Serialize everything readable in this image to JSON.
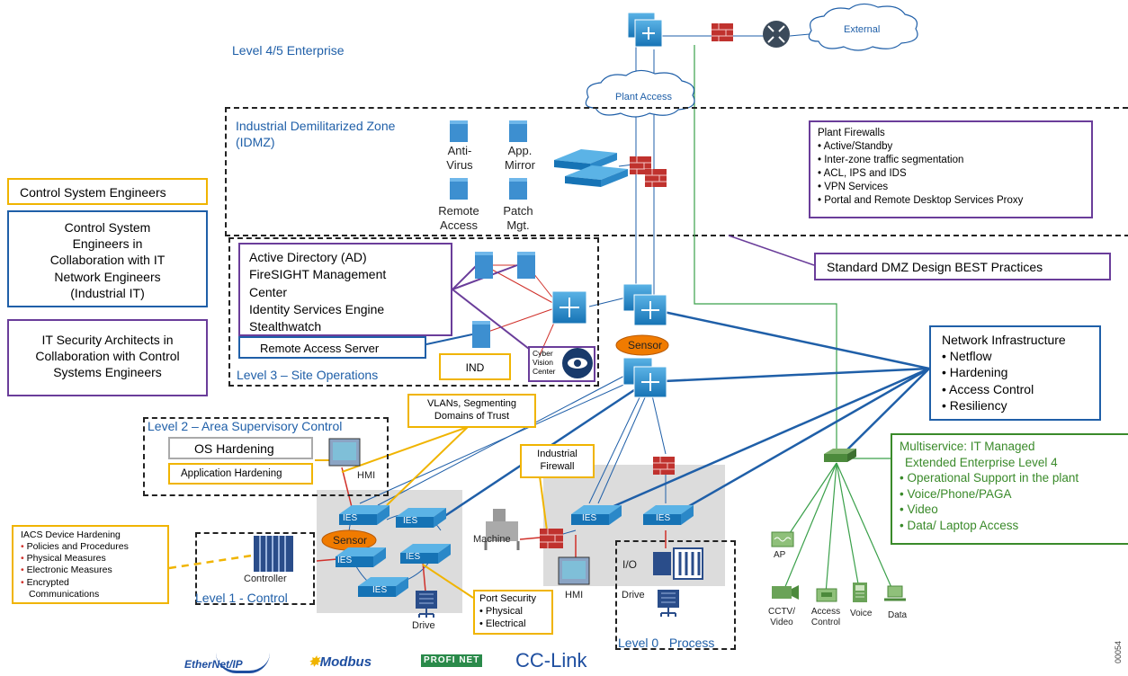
{
  "zones": {
    "enterprise": "Level 4/5 Enterprise",
    "idmz_line1": "Industrial Demilitarized Zone",
    "idmz_line2": "(IDMZ)",
    "site_ops": "Level 3 – Site Operations",
    "area_supervisory": "Level 2 – Area Supervisory Control",
    "control": "Level 1 - Control",
    "process": "Level 0   Process"
  },
  "clouds": {
    "external": "External",
    "plant_access": "Plant Access"
  },
  "idmz_servers": [
    {
      "line1": "Anti-",
      "line2": "Virus"
    },
    {
      "line1": "App.",
      "line2": "Mirror"
    },
    {
      "line1": "Remote",
      "line2": "Access"
    },
    {
      "line1": "Patch",
      "line2": "Mgt."
    }
  ],
  "roles": {
    "control_engineers": "Control System Engineers",
    "collab_it": [
      "Control System",
      "Engineers in",
      "Collaboration with IT",
      "Network Engineers",
      "(Industrial IT)"
    ],
    "security_architects": [
      "IT Security Architects in",
      "Collaboration with Control",
      "Systems Engineers"
    ]
  },
  "plant_firewalls": {
    "title": "Plant Firewalls",
    "items": [
      "Active/Standby",
      "Inter-zone traffic segmentation",
      "ACL, IPS and IDS",
      "VPN Services",
      "Portal and Remote Desktop Services Proxy"
    ]
  },
  "dmz_best_practices": "Standard DMZ Design BEST Practices",
  "site_services": [
    "Active Directory (AD)",
    "FireSIGHT Management",
    "Center",
    "Identity Services Engine",
    "Stealthwatch"
  ],
  "remote_access_server": "Remote Access Server",
  "ind": "IND",
  "cyber_vision": [
    "Cyber",
    "Vision",
    "Center"
  ],
  "sensor": "Sensor",
  "network_infrastructure": {
    "title": "Network Infrastructure",
    "items": [
      "Netflow",
      "Hardening",
      "Access Control",
      "Resiliency"
    ]
  },
  "multiservice": {
    "title": "Multiservice: IT Managed",
    "subtitle": "Extended Enterprise Level 4",
    "items": [
      "Operational Support in the plant",
      "Voice/Phone/PAGA",
      "Video",
      "Data/ Laptop Access"
    ]
  },
  "vlans": [
    "VLANs, Segmenting",
    "Domains of Trust"
  ],
  "industrial_firewall": [
    "Industrial",
    "Firewall"
  ],
  "os_hardening": "OS Hardening",
  "application_hardening": "Application Hardening",
  "hmi": "HMI",
  "iacs_hardening": {
    "title": "IACS Device Hardening",
    "items": [
      "Policies and Procedures",
      "Physical Measures",
      "Electronic Measures",
      "Encrypted",
      "Communications"
    ]
  },
  "controller": "Controller",
  "ies": "IES",
  "machine": "Machine",
  "drive": "Drive",
  "io": "I/O",
  "port_security": {
    "title": "Port Security",
    "items": [
      "Physical",
      "Electrical"
    ]
  },
  "endpoints": [
    {
      "line1": "AP",
      "line2": ""
    },
    {
      "line1": "CCTV/",
      "line2": "Video"
    },
    {
      "line1": "Access",
      "line2": "Control"
    },
    {
      "line1": "Voice",
      "line2": ""
    },
    {
      "line1": "Data",
      "line2": ""
    }
  ],
  "protocols": {
    "ethernetip": "EtherNet/IP",
    "modbus": "Modbus",
    "profinet": "PROFI NET",
    "cclink": "CC-Link"
  },
  "figure_id": "00054",
  "colors": {
    "blue": "#1f5fa8",
    "purple": "#6a3d9a",
    "orange": "#f0b400",
    "green": "#3a8a2a",
    "firewall": "#c0322e",
    "switch": "#1a7ec0"
  }
}
